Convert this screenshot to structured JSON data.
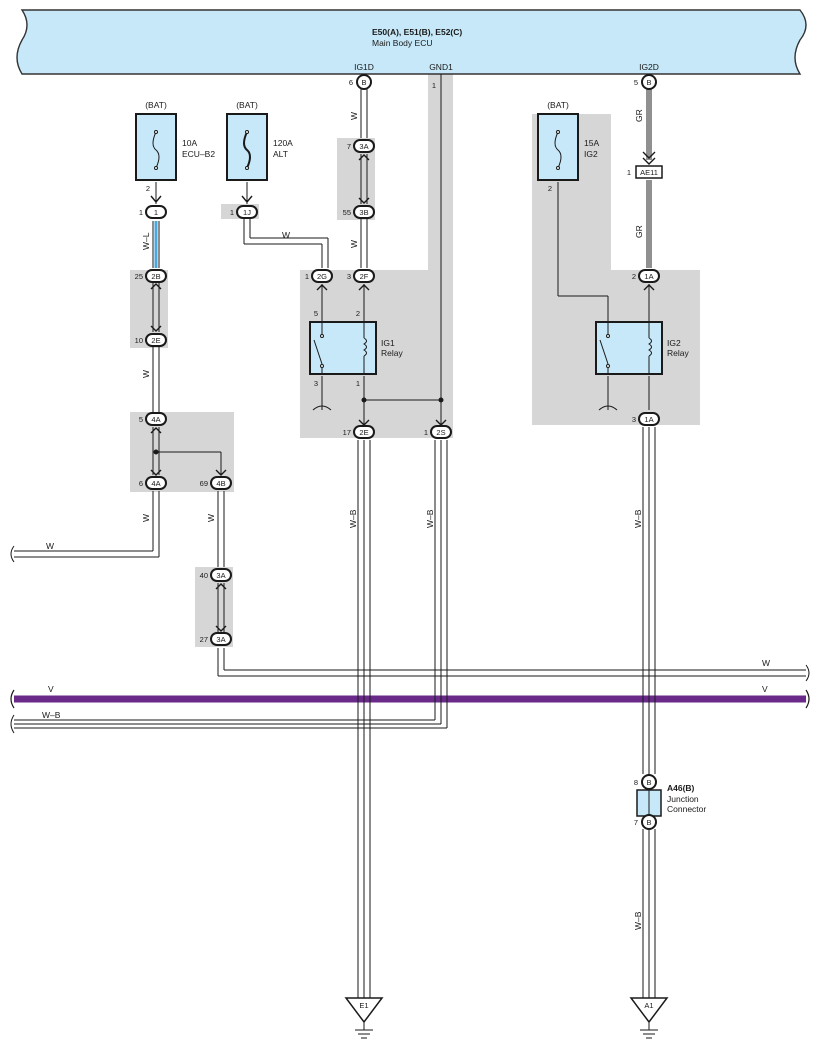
{
  "ecu": {
    "title": "E50(A), E51(B), E52(C)",
    "subtitle": "Main Body ECU",
    "colors": {
      "fill": "#c6e8f8",
      "stroke": "#333333"
    }
  },
  "ecu_terminals": {
    "ig1d": {
      "name": "IG1D",
      "pin": "6",
      "conn": "B"
    },
    "gnd1": {
      "name": "GND1",
      "pin": "1"
    },
    "ig2d": {
      "name": "IG2D",
      "pin": "5",
      "conn": "B"
    }
  },
  "fuses": {
    "ecu_b2": {
      "source": "(BAT)",
      "amp": "10A",
      "name": "ECU–B2",
      "pin": "2"
    },
    "alt": {
      "source": "(BAT)",
      "amp": "120A",
      "name": "ALT"
    },
    "ig2": {
      "source": "(BAT)",
      "amp": "15A",
      "name": "IG2",
      "pin": "2"
    }
  },
  "relays": {
    "ig1": {
      "name": "IG1",
      "sub": "Relay",
      "pins": [
        "5",
        "2",
        "3",
        "1"
      ]
    },
    "ig2": {
      "name": "IG2",
      "sub": "Relay"
    }
  },
  "junction": {
    "code": "A46(B)",
    "name": "Junction",
    "sub": "Connector",
    "pin_top": "8",
    "pin_bottom": "7",
    "conn": "B"
  },
  "grounds": {
    "e1": "E1",
    "a1": "A1"
  },
  "connectors": {
    "c1_top": {
      "pin": "1",
      "code": "1"
    },
    "c1j": {
      "pin": "1",
      "code": "1J"
    },
    "c3a_a": {
      "pin": "7",
      "code": "3A"
    },
    "c3b": {
      "pin": "55",
      "code": "3B"
    },
    "c2b": {
      "pin": "25",
      "code": "2B"
    },
    "c2e_a": {
      "pin": "10",
      "code": "2E"
    },
    "c2g": {
      "pin": "1",
      "code": "2G"
    },
    "c2f": {
      "pin": "3",
      "code": "2F"
    },
    "c4a_a": {
      "pin": "5",
      "code": "4A"
    },
    "c4a_b": {
      "pin": "6",
      "code": "4A"
    },
    "c4b": {
      "pin": "69",
      "code": "4B"
    },
    "c2e_b": {
      "pin": "17",
      "code": "2E"
    },
    "c2s": {
      "pin": "1",
      "code": "2S"
    },
    "c1a_a": {
      "pin": "2",
      "code": "1A"
    },
    "c1a_b": {
      "pin": "3",
      "code": "1A"
    },
    "c3a_b": {
      "pin": "40",
      "code": "3A"
    },
    "c3a_c": {
      "pin": "27",
      "code": "3A"
    },
    "ae11": {
      "pin": "1",
      "code": "AE11"
    }
  },
  "wire_labels": {
    "w_ig1d": "W",
    "w_ig1d_lower": "W",
    "wl_ecu": "W–L",
    "w_alt": "W",
    "w_2e": "W",
    "w_4a": "W",
    "w_4b": "W",
    "w_branch": "W",
    "wb_e1": "W–B",
    "wb_2s": "W–B",
    "wb_a1": "W–B",
    "wb_junction": "W–B",
    "gr_top": "GR",
    "gr_mid": "GR",
    "bus_w": "W",
    "bus_v_left": "V",
    "bus_v_right": "V",
    "bus_wb": "W–B"
  },
  "colors": {
    "purple_bus": "#6a2a8a",
    "wire_blue": "#4aa8e0",
    "gray_wire": "#909090",
    "shade": "#d6d6d6",
    "component_fill": "#c6e8f8"
  }
}
